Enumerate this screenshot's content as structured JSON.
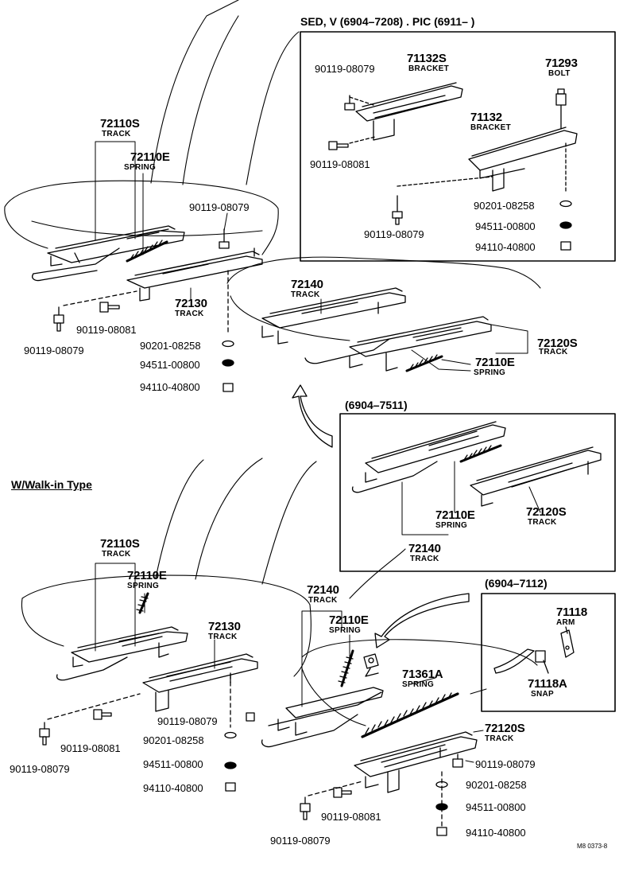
{
  "header": {
    "sed_caption": "SED, V (6904–7208) . PIC (6911–          )",
    "box_7511": "(6904–7511)",
    "box_7112": "(6904–7112)",
    "walk_in": "W/Walk-in Type",
    "figure_code": "M8 0373-8"
  },
  "top_inset": {
    "p_90119_08079": "90119-08079",
    "p_71132S": "71132S",
    "l_bracket_1": "BRACKET",
    "p_71293": "71293",
    "l_bolt": "BOLT",
    "p_71132": "71132",
    "l_bracket_2": "BRACKET",
    "p_90119_08081": "90119-08081",
    "p_90201_08258": "90201-08258",
    "p_90119_08079b": "90119-08079",
    "p_94511_00800": "94511-00800",
    "p_94110_40800": "94110-40800"
  },
  "upper_seat": {
    "p_72110S": "72110S",
    "l_track_1": "TRACK",
    "p_72110E": "72110E",
    "l_spring_1": "SPRING",
    "p_90119_08079_r": "90119-08079",
    "p_72130": "72130",
    "l_track_2": "TRACK",
    "p_90119_08081": "90119-08081",
    "p_90119_08079": "90119-08079",
    "p_90201_08258": "90201-08258",
    "p_94511_00800": "94511-00800",
    "p_94110_40800": "94110-40800",
    "p_72140": "72140",
    "l_track_3": "TRACK",
    "p_72120S": "72120S",
    "l_track_4": "TRACK",
    "p_72110E_b": "72110E",
    "l_spring_2": "SPRING"
  },
  "mid_inset": {
    "p_72110E": "72110E",
    "l_spring": "SPRING",
    "p_72120S": "72120S",
    "l_track_1": "TRACK",
    "p_72140": "72140",
    "l_track_2": "TRACK"
  },
  "arm_inset": {
    "p_71118": "71118",
    "l_arm": "ARM",
    "p_71118A": "71118A",
    "l_snap": "SNAP"
  },
  "lower_seat": {
    "p_72110S": "72110S",
    "l_track_1": "TRACK",
    "p_72110E": "72110E",
    "l_spring_1": "SPRING",
    "p_72130": "72130",
    "l_track_2": "TRACK",
    "p_72140": "72140",
    "l_track_3": "TRACK",
    "p_72110E_b": "72110E",
    "l_spring_2": "SPRING",
    "p_71361A": "71361A",
    "l_spring_3": "SPRING",
    "p_72120S": "72120S",
    "l_track_4": "TRACK",
    "p_90119_08079_a": "90119-08079",
    "p_90201_08258_a": "90201-08258",
    "p_94511_00800_a": "94511-00800",
    "p_94110_40800_a": "94110-40800",
    "p_90119_08081_l": "90119-08081",
    "p_90119_08079_l": "90119-08079",
    "p_90119_08079_b": "90119-08079",
    "p_90201_08258_b": "90201-08258",
    "p_94511_00800_b": "94511-00800",
    "p_94110_40800_b": "94110-40800",
    "p_90119_08081_b": "90119-08081",
    "p_90119_08079_c": "90119-08079"
  }
}
